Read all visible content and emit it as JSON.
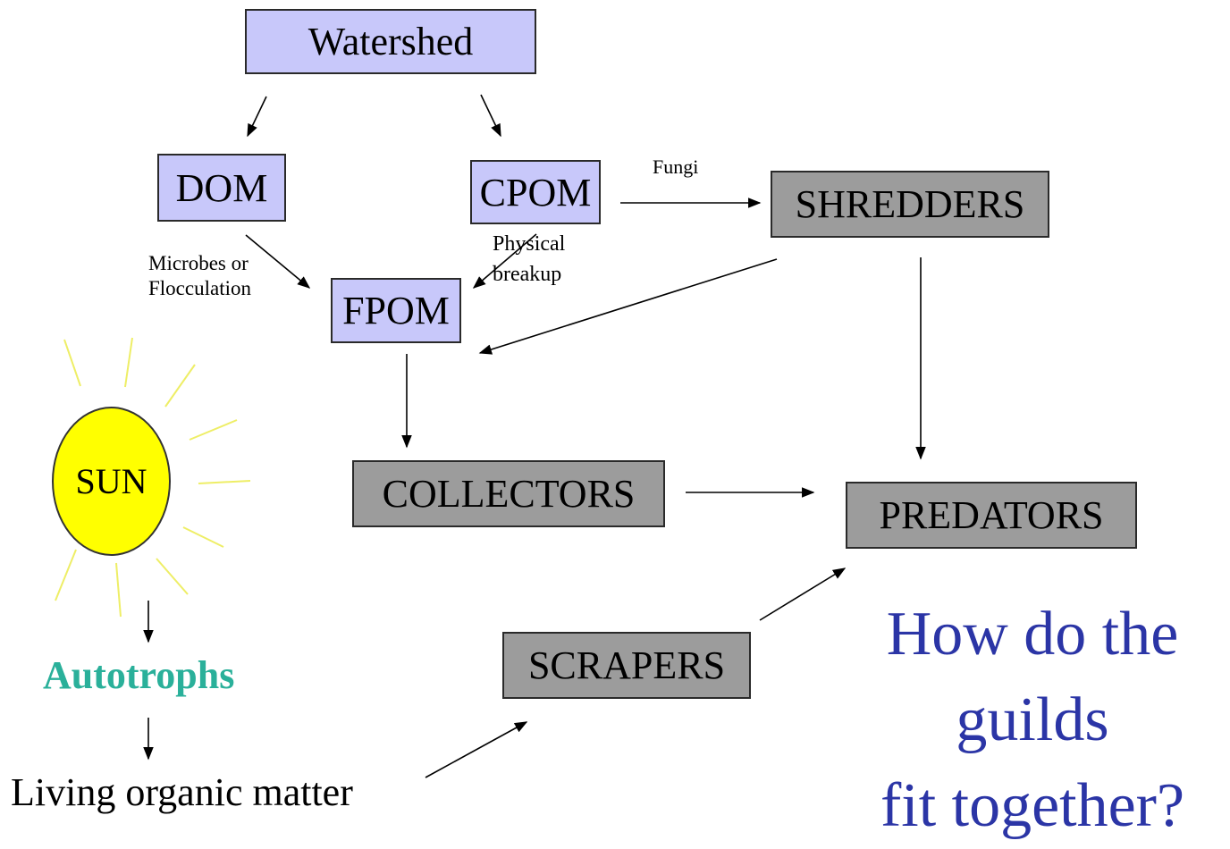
{
  "nodes": {
    "watershed": "Watershed",
    "dom": "DOM",
    "cpom": "CPOM",
    "fpom": "FPOM",
    "shredders": "SHREDDERS",
    "collectors": "COLLECTORS",
    "predators": "PREDATORS",
    "scrapers": "SCRAPERS",
    "sun": "SUN",
    "autotrophs": "Autotrophs",
    "living_matter": "Living organic matter"
  },
  "edge_labels": {
    "fungi": "Fungi",
    "microbes_line1": "Microbes or",
    "microbes_line2": "Flocculation",
    "physical_line1": "Physical",
    "physical_line2": "breakup"
  },
  "question": {
    "line1": "How do the",
    "line2": "guilds",
    "line3": "fit together?"
  },
  "colors": {
    "organic_matter_box": "#c8c8fa",
    "guild_box": "#9c9c9c",
    "sun": "#ffff00",
    "sun_rays": "#eeee66",
    "autotrophs": "#2ab09a",
    "question": "#2b35a6"
  }
}
